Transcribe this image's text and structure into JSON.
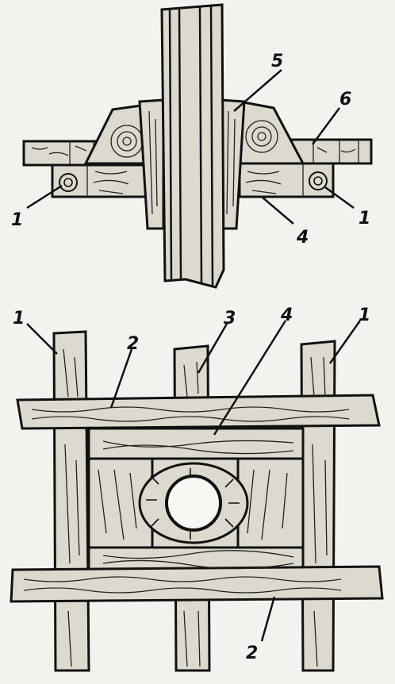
{
  "diagram": {
    "top_view_labels": {
      "left_1": "1",
      "right_1": "1",
      "label_4": "4",
      "label_5": "5",
      "label_6": "6"
    },
    "bottom_view_labels": {
      "left_1": "1",
      "right_1": "1",
      "label_2_top": "2",
      "label_2_bottom": "2",
      "label_3": "3",
      "label_4": "4"
    },
    "colors": {
      "ink": "#111111",
      "paper": "#f2f2ee",
      "wood": "#ddd9cf"
    }
  }
}
